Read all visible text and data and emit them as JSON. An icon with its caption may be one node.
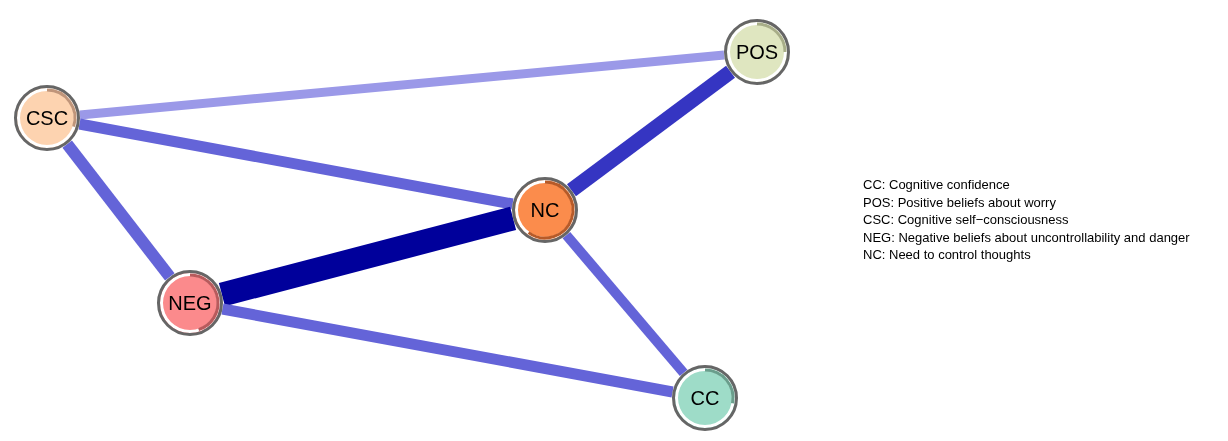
{
  "diagram": {
    "nodes": [
      {
        "text": [
          "POS"
        ]
      },
      {
        "text": [
          "CSC"
        ]
      },
      {
        "text": [
          "NC"
        ]
      },
      {
        "text": [
          "NEG"
        ]
      },
      {
        "text": [
          "CC"
        ]
      }
    ],
    "edges": [
      {
        "from": 1,
        "to": 0,
        "arrow": "none",
        "color": "#9b99e8"
      },
      {
        "from": 1,
        "to": 2,
        "arrow": "none"
      },
      {
        "from": 1,
        "to": 3,
        "arrow": "none"
      },
      {
        "from": 2,
        "to": 0,
        "arrow": "none",
        "color": "#3535c2"
      },
      {
        "from": 3,
        "to": 2,
        "arrow": "none",
        "style": "thick",
        "color": "#00009b"
      },
      {
        "from": 3,
        "to": 4,
        "arrow": "none"
      },
      {
        "from": 2,
        "to": 4,
        "arrow": "none"
      }
    ],
    "labels": [
      "CC: Cognitive confidence",
      "POS: Positive beliefs about worry",
      "CSC: Cognitive self−consciousness",
      "NEG: Negative beliefs about uncontrollability and danger",
      "NC: Need to control thoughts"
    ]
  }
}
